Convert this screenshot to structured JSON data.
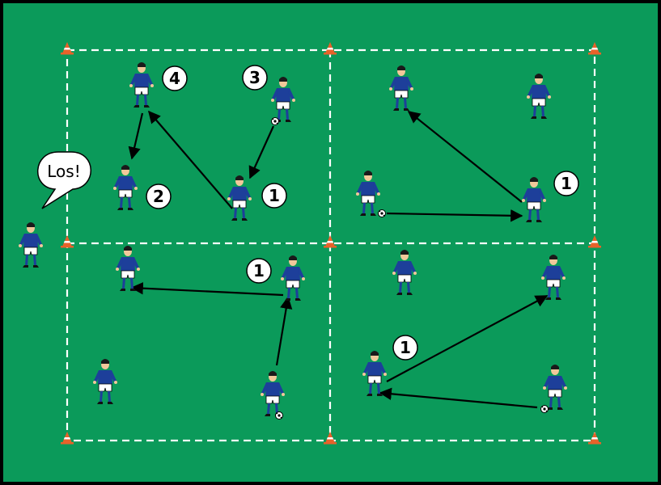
{
  "colors": {
    "border": "#000000",
    "pitch": "#0b9a5a",
    "jersey": "#1d3f9a",
    "shorts": "#ffffff",
    "skin": "#f2c89a",
    "hair": "#1a1a1a",
    "cone": "#e8622a",
    "cone_stripe": "#ffffff",
    "line": "#ffffff",
    "arrow": "#000000",
    "label_fill": "#ffffff",
    "label_text": "#000000"
  },
  "coach": {
    "speech": "Los!"
  },
  "labels": {
    "p1_4": "4",
    "p1_3": "3",
    "p1_2": "2",
    "p1_1": "1",
    "p2_1": "1",
    "p3_1": "1",
    "p4_1": "1"
  }
}
